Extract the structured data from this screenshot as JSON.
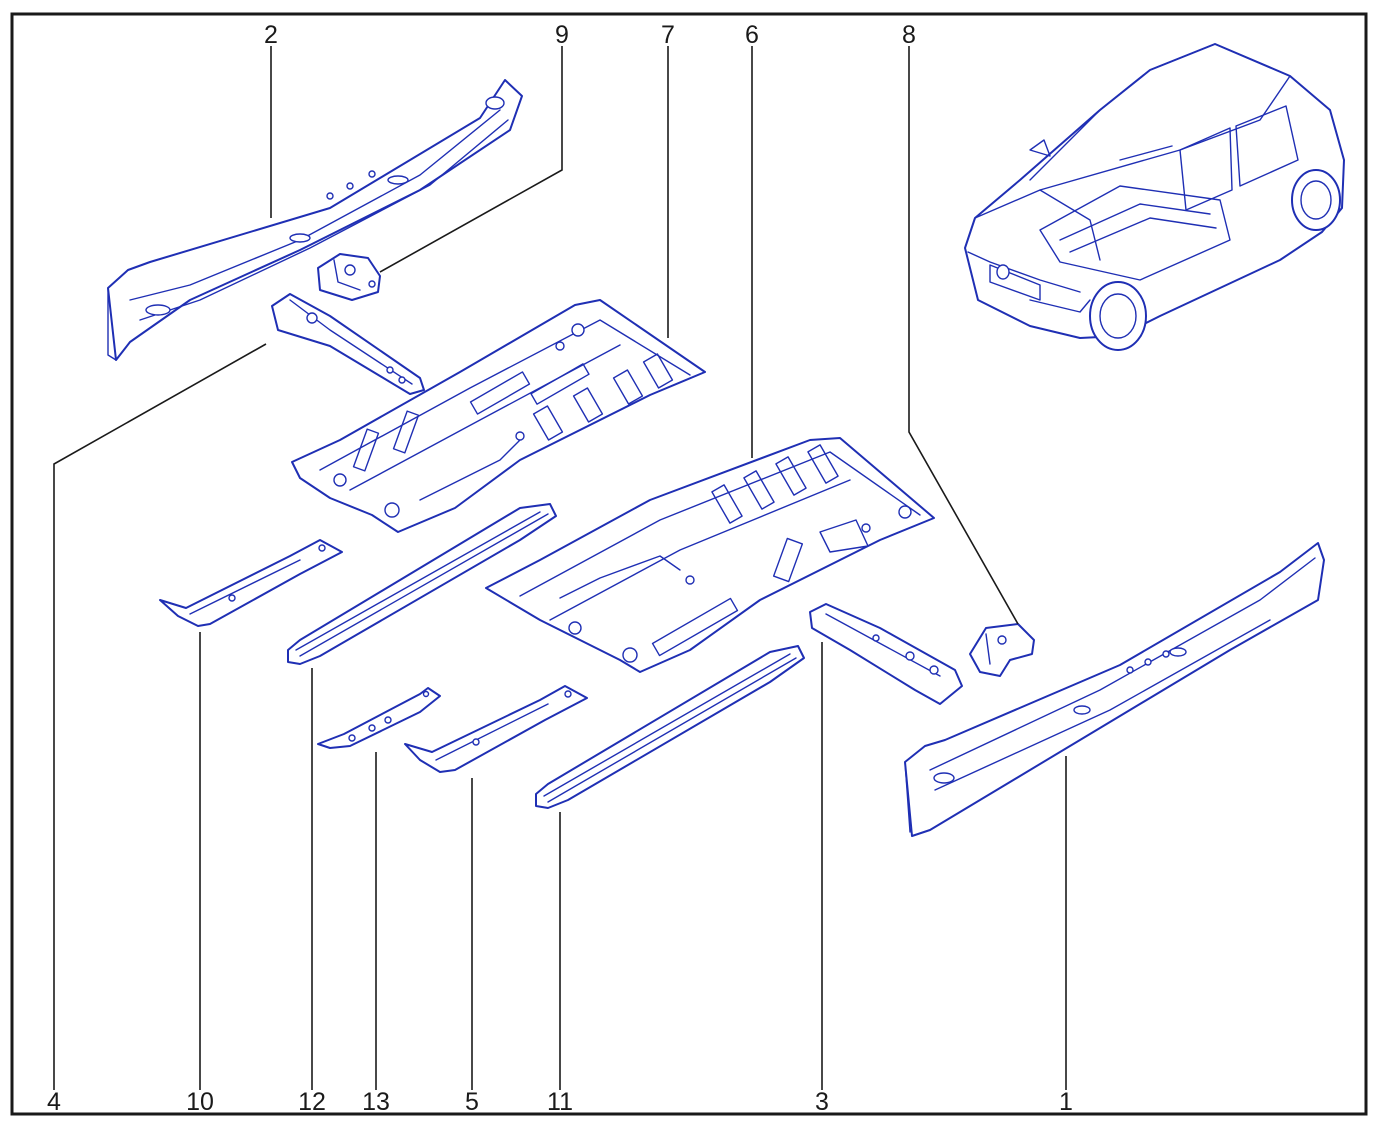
{
  "diagram": {
    "colors": {
      "line": "#1f2fb4",
      "frame": "#1a1a1a",
      "background": "#ffffff"
    },
    "callouts": [
      {
        "id": "c2",
        "label": "2"
      },
      {
        "id": "c9",
        "label": "9"
      },
      {
        "id": "c7",
        "label": "7"
      },
      {
        "id": "c6",
        "label": "6"
      },
      {
        "id": "c8",
        "label": "8"
      },
      {
        "id": "c4",
        "label": "4"
      },
      {
        "id": "c10",
        "label": "10"
      },
      {
        "id": "c12",
        "label": "12"
      },
      {
        "id": "c13",
        "label": "13"
      },
      {
        "id": "c5",
        "label": "5"
      },
      {
        "id": "c11",
        "label": "11"
      },
      {
        "id": "c3",
        "label": "3"
      },
      {
        "id": "c1",
        "label": "1"
      }
    ]
  }
}
